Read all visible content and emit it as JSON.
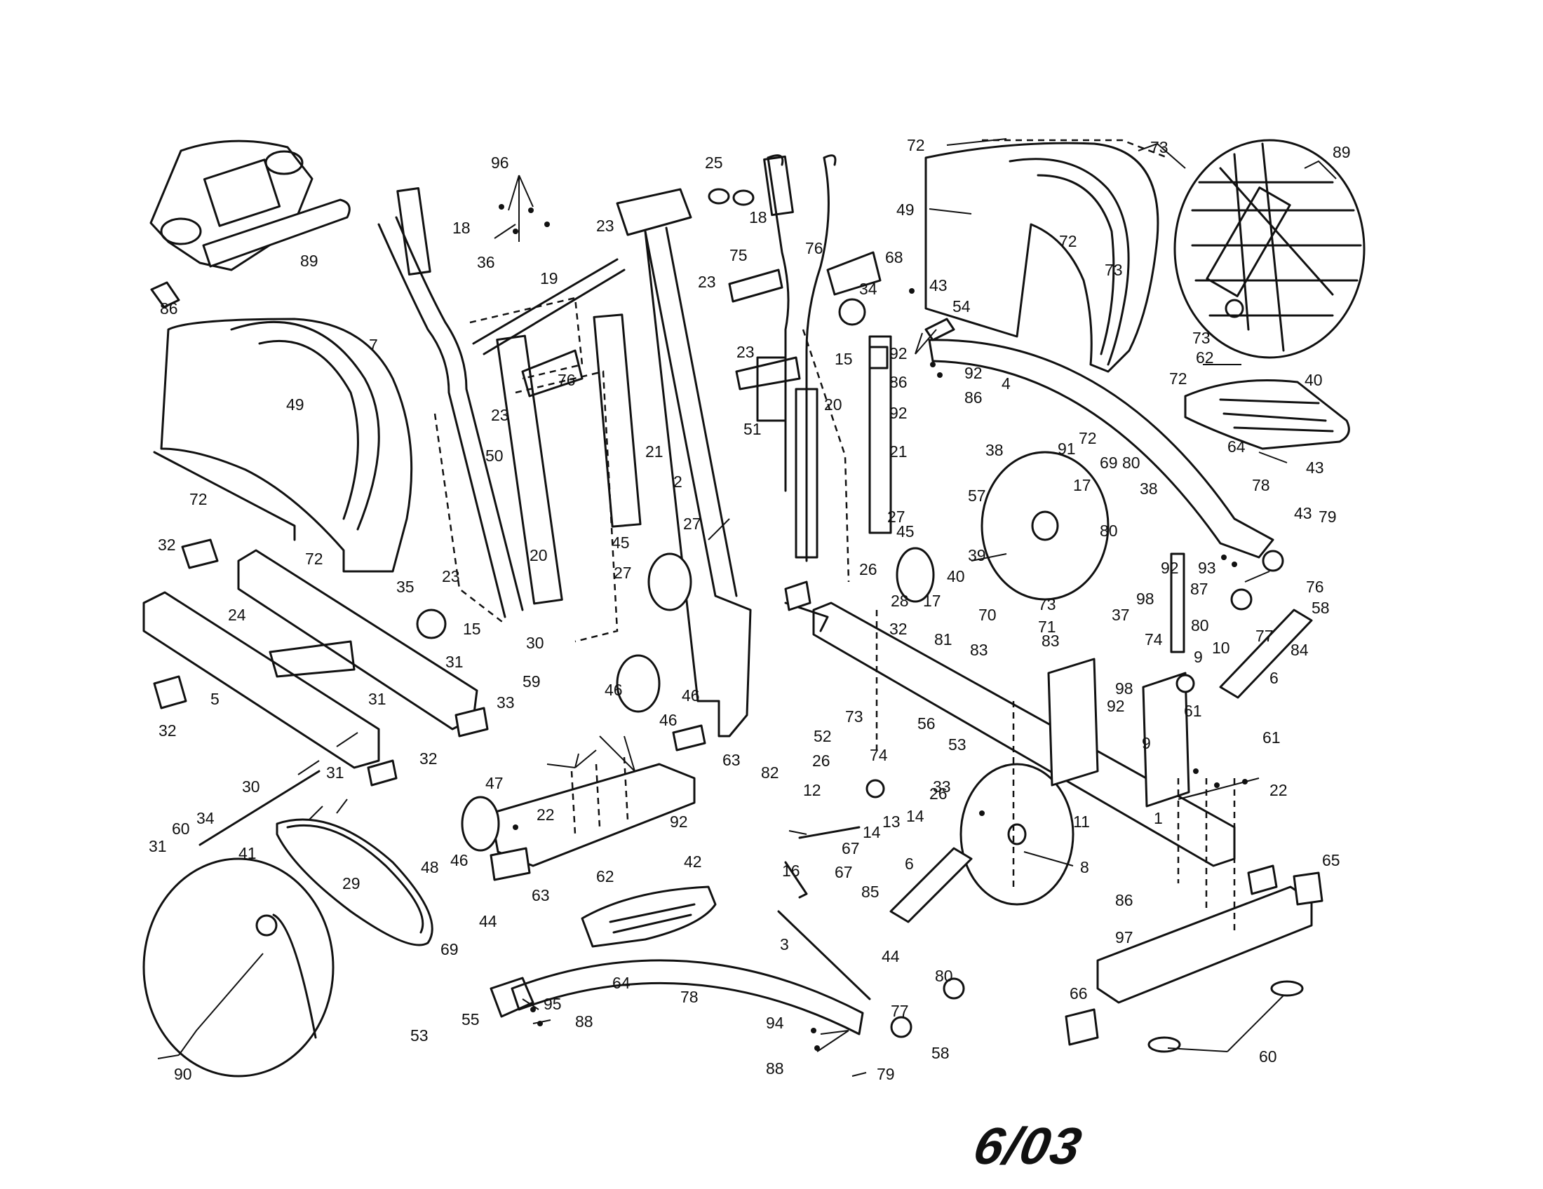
{
  "diagram": {
    "revision_date": "6/03",
    "part_labels": [
      "1",
      "2",
      "3",
      "4",
      "5",
      "6",
      "6",
      "7",
      "8",
      "9",
      "9",
      "10",
      "11",
      "12",
      "13",
      "14",
      "14",
      "15",
      "15",
      "16",
      "17",
      "17",
      "18",
      "18",
      "19",
      "20",
      "20",
      "21",
      "21",
      "22",
      "22",
      "23",
      "23",
      "23",
      "23",
      "23",
      "24",
      "25",
      "26",
      "26",
      "26",
      "27",
      "27",
      "27",
      "28",
      "29",
      "30",
      "30",
      "31",
      "31",
      "31",
      "31",
      "32",
      "32",
      "32",
      "32",
      "33",
      "33",
      "34",
      "34",
      "35",
      "36",
      "37",
      "38",
      "38",
      "39",
      "40",
      "40",
      "41",
      "42",
      "43",
      "43",
      "43",
      "44",
      "44",
      "45",
      "45",
      "46",
      "46",
      "46",
      "46",
      "47",
      "48",
      "49",
      "49",
      "50",
      "51",
      "52",
      "53",
      "53",
      "54",
      "55",
      "56",
      "57",
      "58",
      "58",
      "59",
      "60",
      "60",
      "61",
      "61",
      "62",
      "62",
      "63",
      "63",
      "64",
      "64",
      "65",
      "66",
      "67",
      "67",
      "68",
      "69",
      "69",
      "70",
      "71",
      "72",
      "72",
      "72",
      "72",
      "72",
      "72",
      "73",
      "73",
      "73",
      "73",
      "73",
      "74",
      "74",
      "75",
      "76",
      "76",
      "76",
      "77",
      "77",
      "78",
      "78",
      "79",
      "79",
      "80",
      "80",
      "80",
      "80",
      "81",
      "82",
      "83",
      "83",
      "84",
      "85",
      "86",
      "86",
      "86",
      "86",
      "87",
      "88",
      "88",
      "89",
      "89",
      "90",
      "91",
      "92",
      "92",
      "92",
      "92",
      "92",
      "92",
      "93",
      "94",
      "95",
      "96",
      "97",
      "98",
      "98"
    ]
  }
}
